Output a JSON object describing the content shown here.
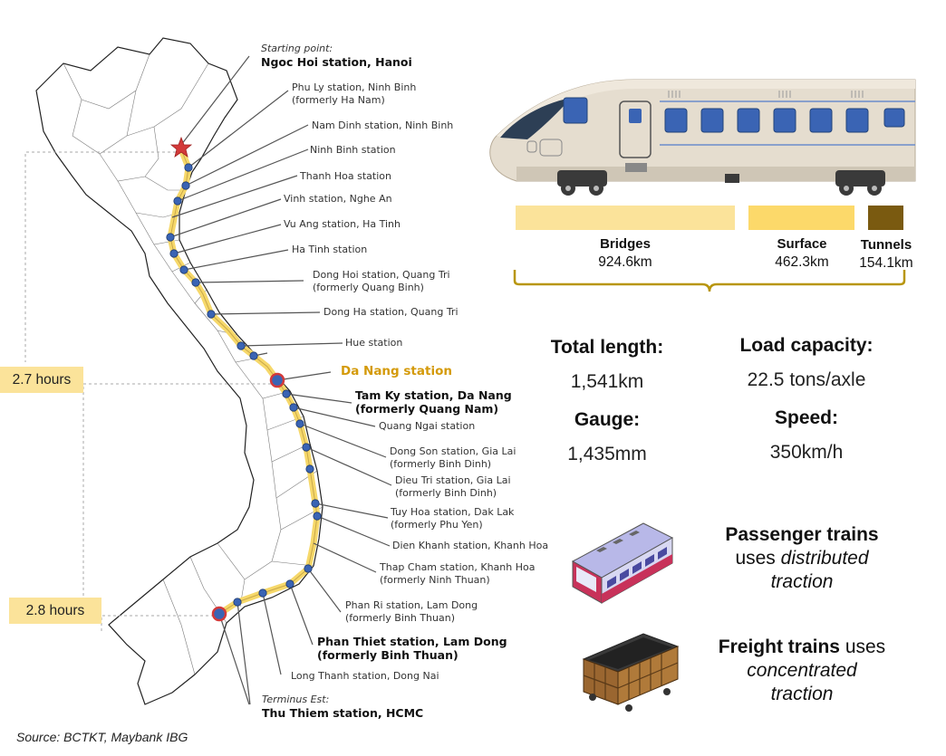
{
  "route": {
    "start": {
      "caption": "Starting point:",
      "name": "Ngoc Hoi station, Hanoi"
    },
    "stations": [
      {
        "line1": "Phu Ly station, Ninh Binh",
        "line2": "(formerly Ha Nam)"
      },
      {
        "line1": "Nam Dinh station, Ninh Binh",
        "line2": ""
      },
      {
        "line1": "Ninh Binh station",
        "line2": ""
      },
      {
        "line1": "Thanh Hoa station",
        "line2": ""
      },
      {
        "line1": "Vinh station, Nghe An",
        "line2": ""
      },
      {
        "line1": "Vu Ang station, Ha Tinh",
        "line2": ""
      },
      {
        "line1": "Ha Tinh station",
        "line2": ""
      },
      {
        "line1": "Dong Hoi station, Quang Tri",
        "line2": "(formerly Quang Binh)"
      },
      {
        "line1": "Dong Ha station, Quang Tri",
        "line2": ""
      },
      {
        "line1": "Hue station",
        "line2": ""
      },
      {
        "line1": "Da Nang station",
        "line2": ""
      },
      {
        "line1": "Tam Ky station, Da Nang",
        "line2": "(formerly Quang Nam)"
      },
      {
        "line1": "Quang Ngai station",
        "line2": ""
      },
      {
        "line1": "Dong Son station, Gia Lai",
        "line2": "(formerly Binh Dinh)"
      },
      {
        "line1": "Dieu Tri station, Gia Lai",
        "line2": "(formerly Binh Dinh)"
      },
      {
        "line1": "Tuy Hoa station, Dak Lak",
        "line2": "(formerly Phu Yen)"
      },
      {
        "line1": "Dien Khanh station, Khanh Hoa",
        "line2": ""
      },
      {
        "line1": "Thap Cham station, Khanh Hoa",
        "line2": "(formerly Ninh Thuan)"
      },
      {
        "line1": "Phan Ri station, Lam Dong",
        "line2": "(formerly Binh Thuan)"
      },
      {
        "line1": "Phan Thiet station, Lam Dong",
        "line2": "(formerly Binh Thuan)"
      },
      {
        "line1": "Long Thanh station, Dong Nai",
        "line2": ""
      }
    ],
    "end": {
      "caption": "Terminus Est:",
      "name": "Thu Thiem station, HCMC"
    }
  },
  "travel_times": [
    {
      "label": "2.7 hours"
    },
    {
      "label": "2.8 hours"
    }
  ],
  "segments": [
    {
      "name": "Bridges",
      "value": "924.6km",
      "color": "#fbe39a"
    },
    {
      "name": "Surface",
      "value": "462.3km",
      "color": "#fcd96a"
    },
    {
      "name": "Tunnels",
      "value": "154.1km",
      "color": "#7a5a10"
    }
  ],
  "stats": {
    "total_length_label": "Total length:",
    "total_length_value": "1,541km",
    "gauge_label": "Gauge:",
    "gauge_value": "1,435mm",
    "load_label": "Load capacity:",
    "load_value": "22.5 tons/axle",
    "speed_label": "Speed:",
    "speed_value": "350km/h"
  },
  "trains": {
    "passenger": {
      "bold": "Passenger trains",
      "text": "uses",
      "ital1": "distributed",
      "ital2": "traction"
    },
    "freight": {
      "bold": "Freight trains",
      "text": "uses",
      "ital1": "concentrated",
      "ital2": "traction"
    }
  },
  "source": "Source: BCTKT, Maybank IBG",
  "colors": {
    "route": "#f6d86a",
    "station": "#3a64b4",
    "highlight": "#d49a0a",
    "star": "#d33a3a"
  }
}
